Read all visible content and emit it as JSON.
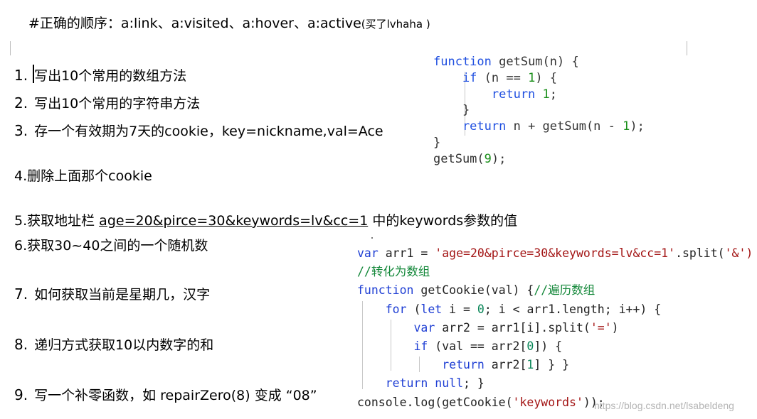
{
  "header": {
    "title": "#正确的顺序：a:link、a:visited、a:hover、a:active",
    "note": "(买了lvhaha )"
  },
  "questions": [
    {
      "num": "1.",
      "text": "写出10个常用的数组方法"
    },
    {
      "num": "2.",
      "text": "写出10个常用的字符串方法"
    },
    {
      "num": "3.",
      "text": "存一个有效期为7天的cookie，key=nickname,val=Ace"
    },
    {
      "num": "",
      "text": "4.删除上面那个cookie"
    },
    {
      "num": "",
      "prefix": "5.获取地址栏 ",
      "underline": "age=20&pirce=30&keywords=lv&cc=1",
      "suffix": " 中的keywords参数的值"
    },
    {
      "num": "",
      "text": "6.获取30~40之间的一个随机数"
    },
    {
      "num": "7.",
      "text": "如何获取当前是星期几，汉字"
    },
    {
      "num": "8.",
      "text": "递归方式获取10以内数字的和"
    },
    {
      "num": "9.",
      "text": "写一个补零函数，如 repairZero(8) 变成 “08”"
    }
  ],
  "code_recursion": {
    "l1_kw": "function",
    "l1_rest": " getSum(n) {",
    "l2_kw": "    if",
    "l2_a": " (n == ",
    "l2_num": "1",
    "l2_b": ") {",
    "l3_kw": "        return",
    "l3_sp": " ",
    "l3_num": "1",
    "l3_b": ";",
    "l4": "    }",
    "l5_kw": "    return",
    "l5_a": " n + getSum(n - ",
    "l5_num": "1",
    "l5_b": ");",
    "l6": "}",
    "l7_a": "getSum(",
    "l7_num": "9",
    "l7_b": ");"
  },
  "code_cookie": {
    "l1_kw": "var",
    "l1_a": " arr1 = ",
    "l1_str": "'age=20&pirce=30&keywords=lv&cc=1'",
    "l1_b": ".split(",
    "l1_str2": "'&')",
    "l2_cmt": "//转化为数组",
    "l3_kw": "function",
    "l3_a": " getCookie(val) {",
    "l3_cmt": "//遍历数组",
    "l4_kw": "    for",
    "l4_a": " (",
    "l4_kw2": "let",
    "l4_b": " i = ",
    "l4_num": "0",
    "l4_c": "; i < arr1.length; i++) {",
    "l5_kw": "        var",
    "l5_a": " arr2 = arr1[i].split(",
    "l5_str": "'='",
    "l5_b": ")",
    "l6_kw": "        if",
    "l6_a": " (val == arr2[",
    "l6_num": "0",
    "l6_b": "]) {",
    "l7_kw": "            return",
    "l7_a": " arr2[",
    "l7_num": "1",
    "l7_b": "] } }",
    "l8_kw": "    return",
    "l8_sp": " ",
    "l8_kw2": "null",
    "l8_b": "; }",
    "l9_a": "console.log(getCookie(",
    "l9_str": "'keywords'",
    "l9_b": "));"
  },
  "watermark": "https://blog.csdn.net/lsabeldeng",
  "colors": {
    "keyword": "#1f3fd4",
    "string": "#a31515",
    "comment": "#14883a",
    "number": "#098658"
  }
}
